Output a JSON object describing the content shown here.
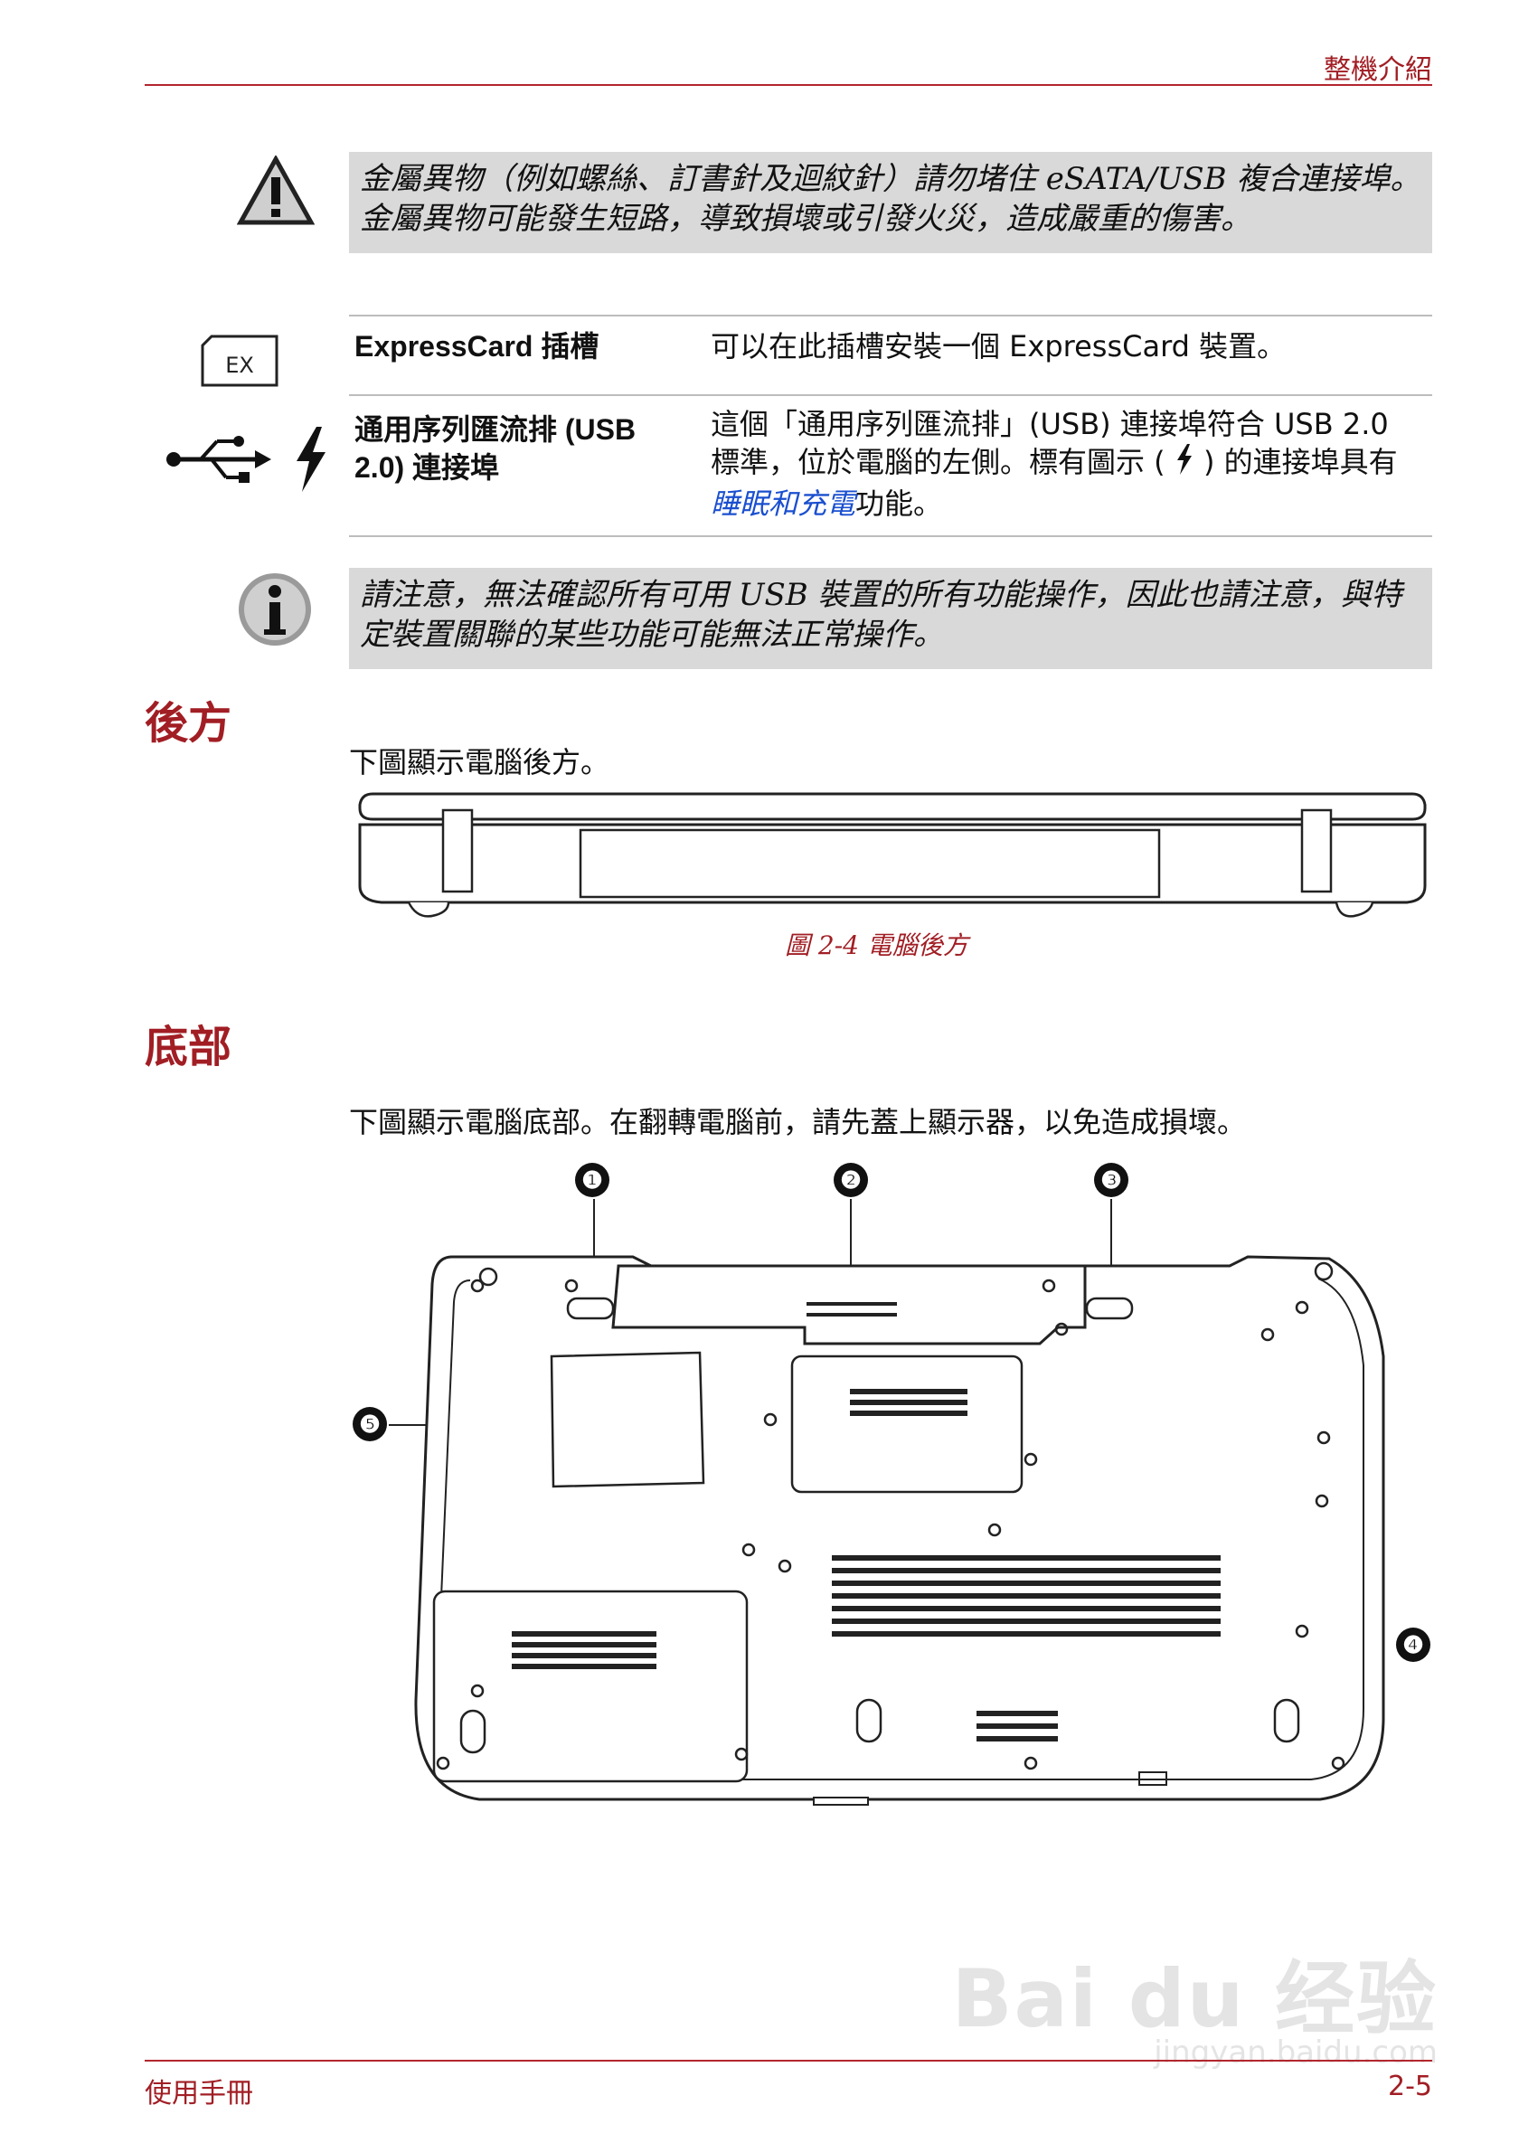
{
  "header": {
    "title": "整機介紹"
  },
  "warning": {
    "text": "金屬異物（例如螺絲、訂書針及迴紋針）請勿堵住 eSATA/USB 複合連接埠。金屬異物可能發生短路，導致損壞或引發火災，造成嚴重的傷害。"
  },
  "table": {
    "rows": [
      {
        "name": "ExpressCard 插槽",
        "desc": "可以在此插槽安裝一個 ExpressCard 裝置。",
        "icon_text": "EX"
      },
      {
        "name": "通用序列匯流排 (USB 2.0) 連接埠",
        "desc_before": "這個「通用序列匯流排」(USB) 連接埠符合 USB 2.0 標準，位於電腦的左側。標有圖示 (",
        "desc_after": ") 的連接埠具有 ",
        "link": "睡眠和充電",
        "desc_end": "功能。"
      }
    ]
  },
  "note": {
    "text": "請注意，無法確認所有可用 USB 裝置的所有功能操作，因此也請注意，與特定裝置關聯的某些功能可能無法正常操作。"
  },
  "section_back": {
    "heading": "後方",
    "text": "下圖顯示電腦後方。",
    "caption": "圖 2-4 電腦後方"
  },
  "section_bottom": {
    "heading": "底部",
    "text": "下圖顯示電腦底部。在翻轉電腦前，請先蓋上顯示器，以免造成損壞。",
    "callouts": [
      "❶",
      "❷",
      "❸",
      "❹",
      "❺"
    ]
  },
  "footer": {
    "left": "使用手冊",
    "right": "2-5"
  },
  "watermark": {
    "brand": "Bai du 经验",
    "url": "jingyan.baidu.com"
  }
}
